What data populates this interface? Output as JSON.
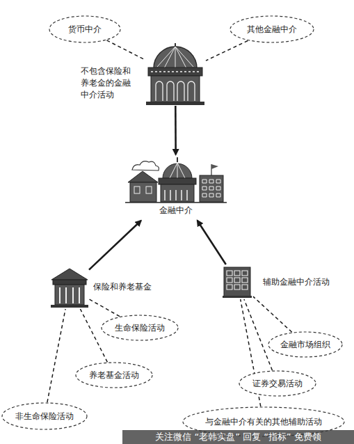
{
  "diagram": {
    "nodes": [
      {
        "text": [
          "货币中介"
        ]
      },
      {
        "text": [
          "其他金融中介"
        ]
      },
      {
        "text": [
          "不包含保险和养老金的金融中介活动"
        ]
      },
      {
        "text": [
          "金融中介"
        ]
      },
      {
        "text": [
          "保险和养老基金"
        ]
      },
      {
        "text": [
          "辅助金融中介活动"
        ]
      },
      {
        "text": [
          "生命保险活动"
        ]
      },
      {
        "text": [
          "金融市场组织"
        ]
      },
      {
        "text": [
          "养老基金活动"
        ]
      },
      {
        "text": [
          "证券交易活动"
        ]
      },
      {
        "text": [
          "非生命保险活动"
        ]
      },
      {
        "text": [
          "与金融中介有关的其他辅助活动"
        ]
      }
    ],
    "edges": [
      {
        "from": 0,
        "to": 2,
        "arrow": "none"
      },
      {
        "from": 1,
        "to": 2,
        "arrow": "none"
      },
      {
        "from": 2,
        "to": 3,
        "arrow": "to"
      },
      {
        "from": 4,
        "to": 3,
        "arrow": "to"
      },
      {
        "from": 5,
        "to": 3,
        "arrow": "to"
      },
      {
        "from": 6,
        "to": 4,
        "arrow": "none"
      },
      {
        "from": 8,
        "to": 4,
        "arrow": "none"
      },
      {
        "from": 10,
        "to": 4,
        "arrow": "none"
      },
      {
        "from": 7,
        "to": 5,
        "arrow": "none"
      },
      {
        "from": 9,
        "to": 5,
        "arrow": "none"
      },
      {
        "from": 11,
        "to": 5,
        "arrow": "none"
      }
    ],
    "labels": [
      "关注微信 “老韩实盘” 回复 “指标” 免费领"
    ]
  }
}
